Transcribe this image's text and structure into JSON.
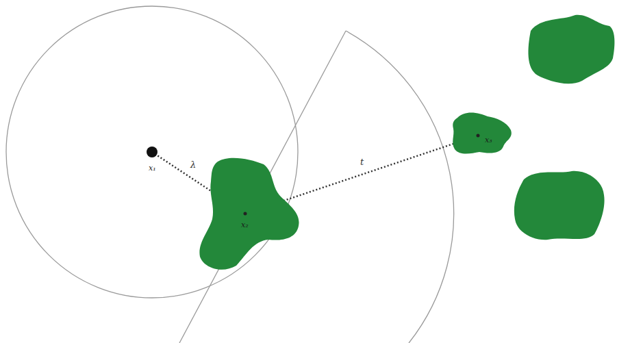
{
  "diagram": {
    "nodes": [
      {
        "text": [
          "x₁"
        ]
      },
      {
        "text": [
          "x₂"
        ]
      },
      {
        "text": [
          "x₃"
        ]
      }
    ],
    "edges": [
      {
        "from": 0,
        "to": 1,
        "label": "λ",
        "arrow": "to"
      },
      {
        "from": 1,
        "to": 2,
        "label": "t",
        "arrow": "to"
      }
    ]
  }
}
